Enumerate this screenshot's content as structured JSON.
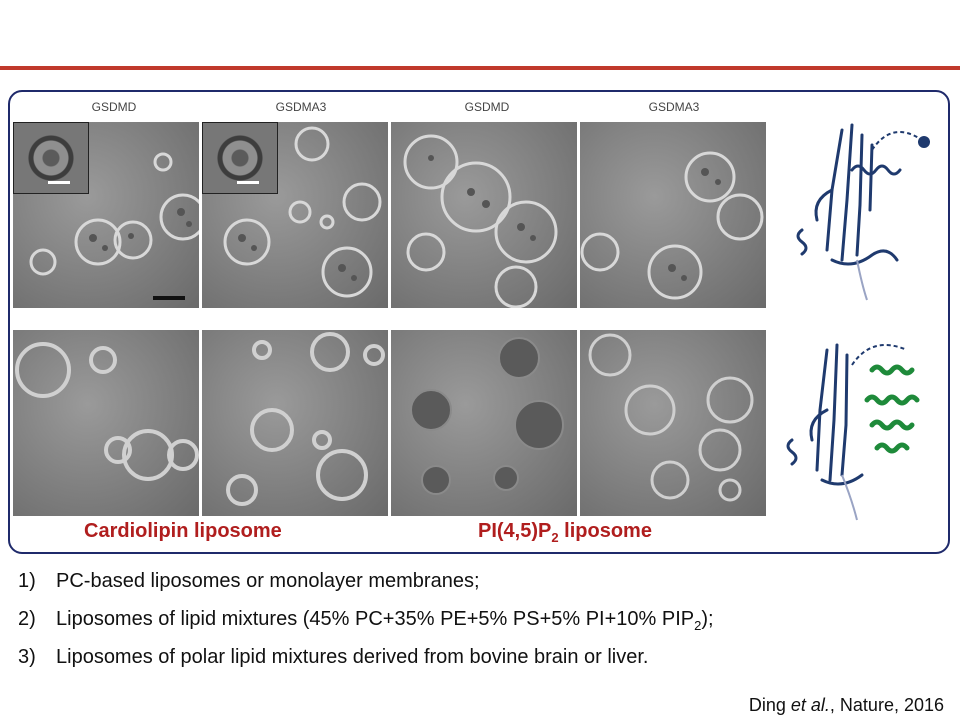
{
  "columns": [
    "GSDMD",
    "GSDMA3",
    "GSDMD",
    "GSDMA3"
  ],
  "captions": {
    "left": "Cardiolipin liposome",
    "right_main": "PI(4,5)P",
    "right_sub": "2",
    "right_tail": " liposome"
  },
  "list": [
    {
      "num": "1)",
      "text": "PC-based liposomes or monolayer membranes;"
    },
    {
      "num": "2)",
      "text": "Liposomes of lipid mixtures (45% PC+35% PE+5% PS+5% PI+10% PIP",
      "sub": "2",
      "tail": ");"
    },
    {
      "num": "3)",
      "text": "Liposomes of polar lipid mixtures derived from bovine brain or liver."
    }
  ],
  "citation": {
    "author": "Ding ",
    "etal": "et al.",
    "rest": ", Nature, 2016"
  },
  "colors": {
    "accent_line": "#c0392b",
    "panel_border": "#1f2a6b",
    "caption": "#b01e1e",
    "protein_blue": "#1f3a6e",
    "protein_green": "#1e8a3a"
  }
}
